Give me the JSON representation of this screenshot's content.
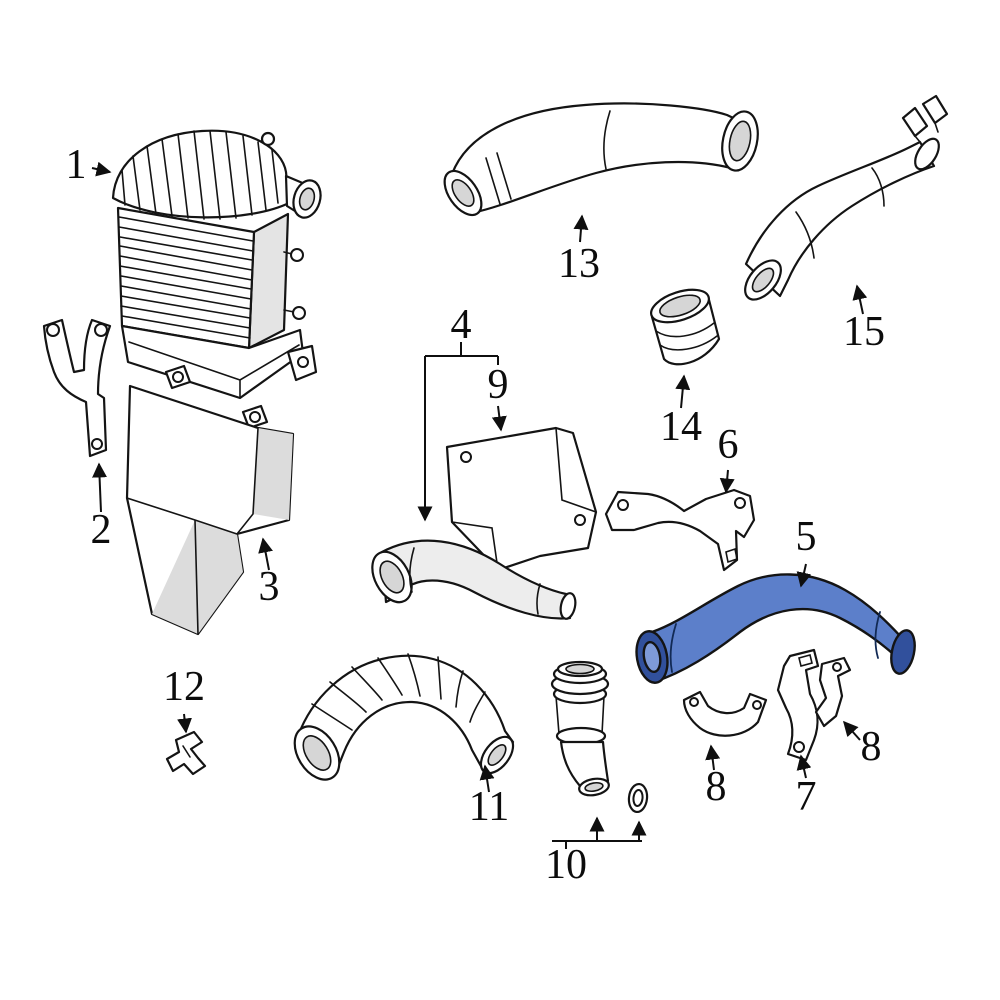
{
  "diagram": {
    "background_color": "#ffffff",
    "line_color": "#141414",
    "highlight_color": "#5c7fca",
    "highlight_dark_color": "#31509c",
    "highlight_inner_color": "#7e9ad8",
    "highlighted_callout": "5",
    "callouts": [
      {
        "label": "1"
      },
      {
        "label": "2"
      },
      {
        "label": "3"
      },
      {
        "label": "4"
      },
      {
        "label": "5"
      },
      {
        "label": "6"
      },
      {
        "label": "7"
      },
      {
        "label": "8"
      },
      {
        "label": "8"
      },
      {
        "label": "9"
      },
      {
        "label": "10"
      },
      {
        "label": "11"
      },
      {
        "label": "12"
      },
      {
        "label": "13"
      },
      {
        "label": "14"
      },
      {
        "label": "15"
      }
    ]
  }
}
